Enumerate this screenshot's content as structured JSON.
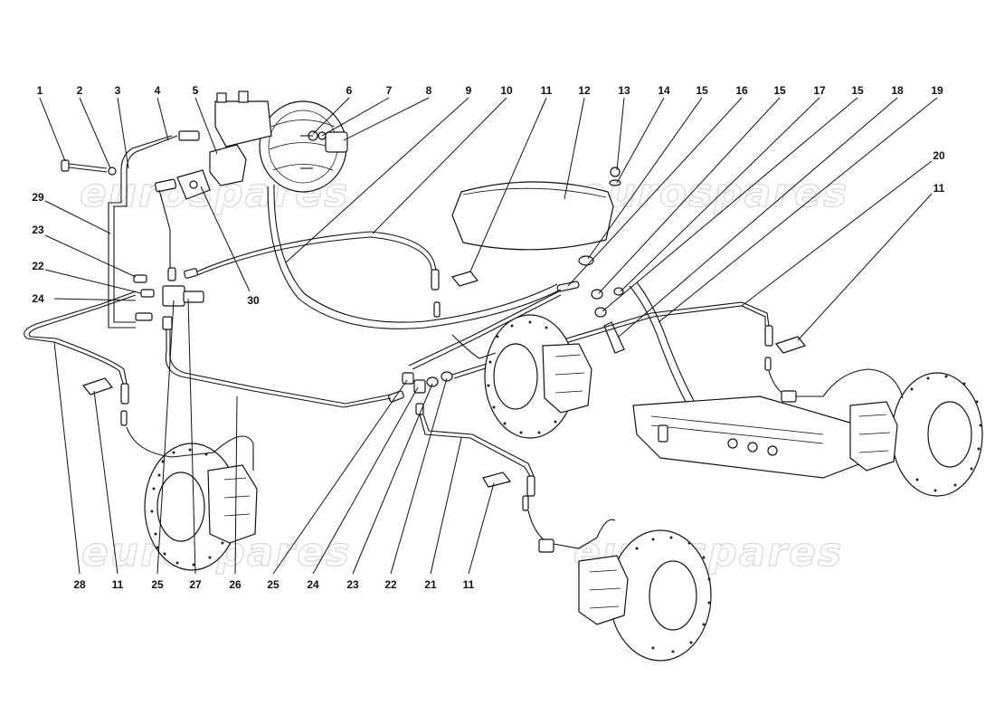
{
  "watermark": "eurospares",
  "callouts": {
    "top": [
      "1",
      "2",
      "3",
      "4",
      "5",
      "6",
      "7",
      "8",
      "9",
      "10",
      "11",
      "12",
      "13",
      "14",
      "15",
      "16",
      "15",
      "17",
      "15",
      "18",
      "19"
    ],
    "right": [
      "20",
      "11"
    ],
    "left": [
      "29",
      "23",
      "22",
      "24"
    ],
    "inner": [
      "30"
    ],
    "bottom": [
      "28",
      "11",
      "25",
      "27",
      "26",
      "25",
      "24",
      "23",
      "22",
      "21",
      "11"
    ]
  }
}
